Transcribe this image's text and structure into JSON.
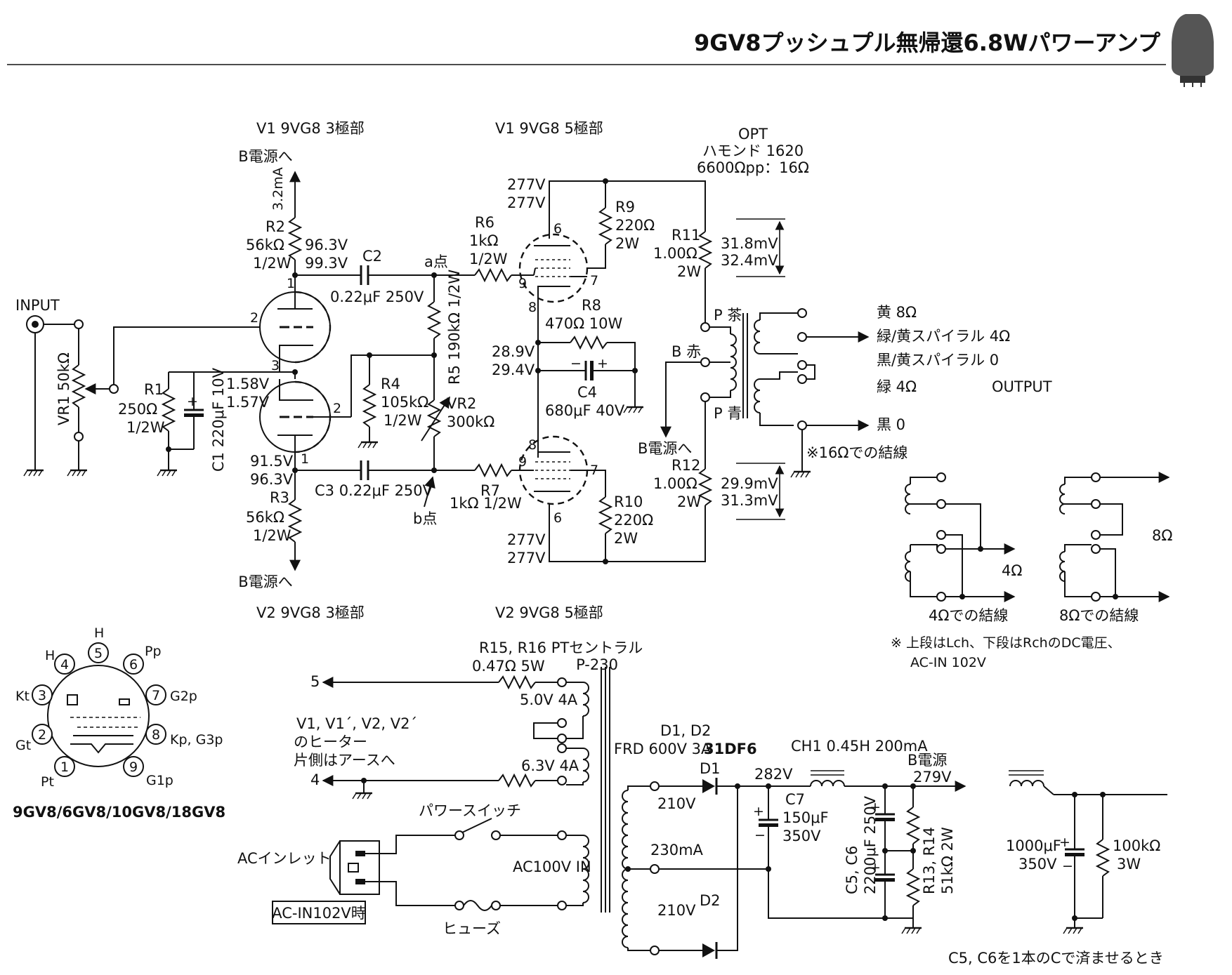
{
  "header": {
    "title": "9GV8プッシュプル無帰還6.8Wパワーアンプ"
  },
  "sections": {
    "v1_triode": "V1 9VG8 3極部",
    "v1_pentode": "V1 9VG8 5極部",
    "v2_triode": "V2 9VG8 3極部",
    "v2_pentode": "V2 9VG8 5極部",
    "to_b_top": "B電源へ",
    "to_b_bottom": "B電源へ",
    "to_b_opt": "B電源へ"
  },
  "input": {
    "label": "INPUT",
    "vr1": "VR1 50kΩ"
  },
  "components": {
    "r1": [
      "R1",
      "250Ω",
      "1/2W"
    ],
    "c1": "C1 220μF 10V",
    "r2": [
      "R2",
      "56kΩ",
      "1/2W"
    ],
    "r2_current": "3.2mA",
    "r3": [
      "R3",
      "56kΩ",
      "1/2W"
    ],
    "r4": [
      "R4",
      "105kΩ",
      "1/2W"
    ],
    "r5": "R5 190kΩ 1/2W",
    "vr2": [
      "VR2",
      "300kΩ"
    ],
    "c2": [
      "C2",
      "0.22μF 250V"
    ],
    "c3": "C3 0.22μF 250V",
    "r6": [
      "R6",
      "1kΩ",
      "1/2W"
    ],
    "r7": [
      "R7",
      "1kΩ 1/2W"
    ],
    "r8": [
      "R8",
      "470Ω 10W"
    ],
    "c4": [
      "C4",
      "680μF 40V"
    ],
    "r9": [
      "R9",
      "220Ω",
      "2W"
    ],
    "r10": [
      "R10",
      "220Ω",
      "2W"
    ],
    "r11": [
      "R11",
      "1.00Ω",
      "2W"
    ],
    "r12": [
      "R12",
      "1.00Ω",
      "2W"
    ],
    "point_a": "a点",
    "point_b": "b点"
  },
  "voltages": {
    "v1_plate": [
      "96.3V",
      "99.3V"
    ],
    "v1_cathode": [
      "1.58V",
      "1.57V"
    ],
    "v2_plate": [
      "91.5V",
      "96.3V"
    ],
    "pent_top_plate": [
      "277V",
      "277V"
    ],
    "pent_bot_plate": [
      "277V",
      "277V"
    ],
    "pent_cathode": [
      "28.9V",
      "29.4V"
    ],
    "r11_v": [
      "31.8mV",
      "32.4mV"
    ],
    "r12_v": [
      "29.9mV",
      "31.3mV"
    ]
  },
  "opt": {
    "title": [
      "OPT",
      "ハモンド 1620",
      "6600Ωpp：16Ω"
    ],
    "p_top": "P 茶",
    "b_center": "B 赤",
    "p_bot": "P 青",
    "taps": [
      "黄 8Ω",
      "緑/黄スパイラル 4Ω",
      "黒/黄スパイラル 0",
      "緑 4Ω",
      "黒 0"
    ],
    "output": "OUTPUT",
    "wiring_note": "※16Ωでの結線"
  },
  "alt_wiring": {
    "four_ohm": "4Ω",
    "eight_ohm": "8Ω",
    "four_caption": "4Ωでの結線",
    "eight_caption": "8Ωでの結線",
    "note1": "※ 上段はLch、下段はRchのDC電圧、",
    "note2": "AC-IN 102V"
  },
  "tube_base": {
    "pins": [
      "1",
      "2",
      "3",
      "4",
      "5",
      "6",
      "7",
      "8",
      "9"
    ],
    "labels": [
      "Pt",
      "Gt",
      "Kt",
      "H",
      "H",
      "Pp",
      "G2p",
      "Kp, G3p",
      "G1p"
    ],
    "caption": "9GV8/6GV8/10GV8/18GV8"
  },
  "power": {
    "r15_r16": [
      "R15, R16",
      "0.47Ω 5W"
    ],
    "pt": [
      "PTセントラル",
      "P-230"
    ],
    "heater_5v": "5.0V 4A",
    "heater_6v": "6.3V 4A",
    "node5": "5",
    "node4": "4",
    "heater_note": [
      "V1, V1´, V2, V2´",
      "のヒーター",
      "片側はアースへ"
    ],
    "power_switch": "パワースイッチ",
    "ac_inlet": "ACインレット",
    "ac_in_box": "AC-IN102V時",
    "fuse": "ヒューズ",
    "ac_in": "AC100V IN",
    "diodes": [
      "D1, D2",
      "FRD 600V 3A",
      "31DF6"
    ],
    "d1": "D1",
    "d2": "D2",
    "sec_top": "210V",
    "sec_ct": "230mA",
    "sec_bot": "210V",
    "choke": "CH1 0.45H 200mA",
    "v282": "282V",
    "c7": [
      "C7",
      "150μF",
      "350V"
    ],
    "c5c6": [
      "C5, C6",
      "2200μF 250V"
    ],
    "r13r14": [
      "R13, R14",
      "51kΩ 2W"
    ],
    "b_supply": [
      "B電源",
      "279V"
    ],
    "alt_c": [
      "1000μF",
      "350V"
    ],
    "alt_r": [
      "100kΩ",
      "3W"
    ],
    "alt_caption": "C5, C6を1本のCで済ませるとき"
  }
}
